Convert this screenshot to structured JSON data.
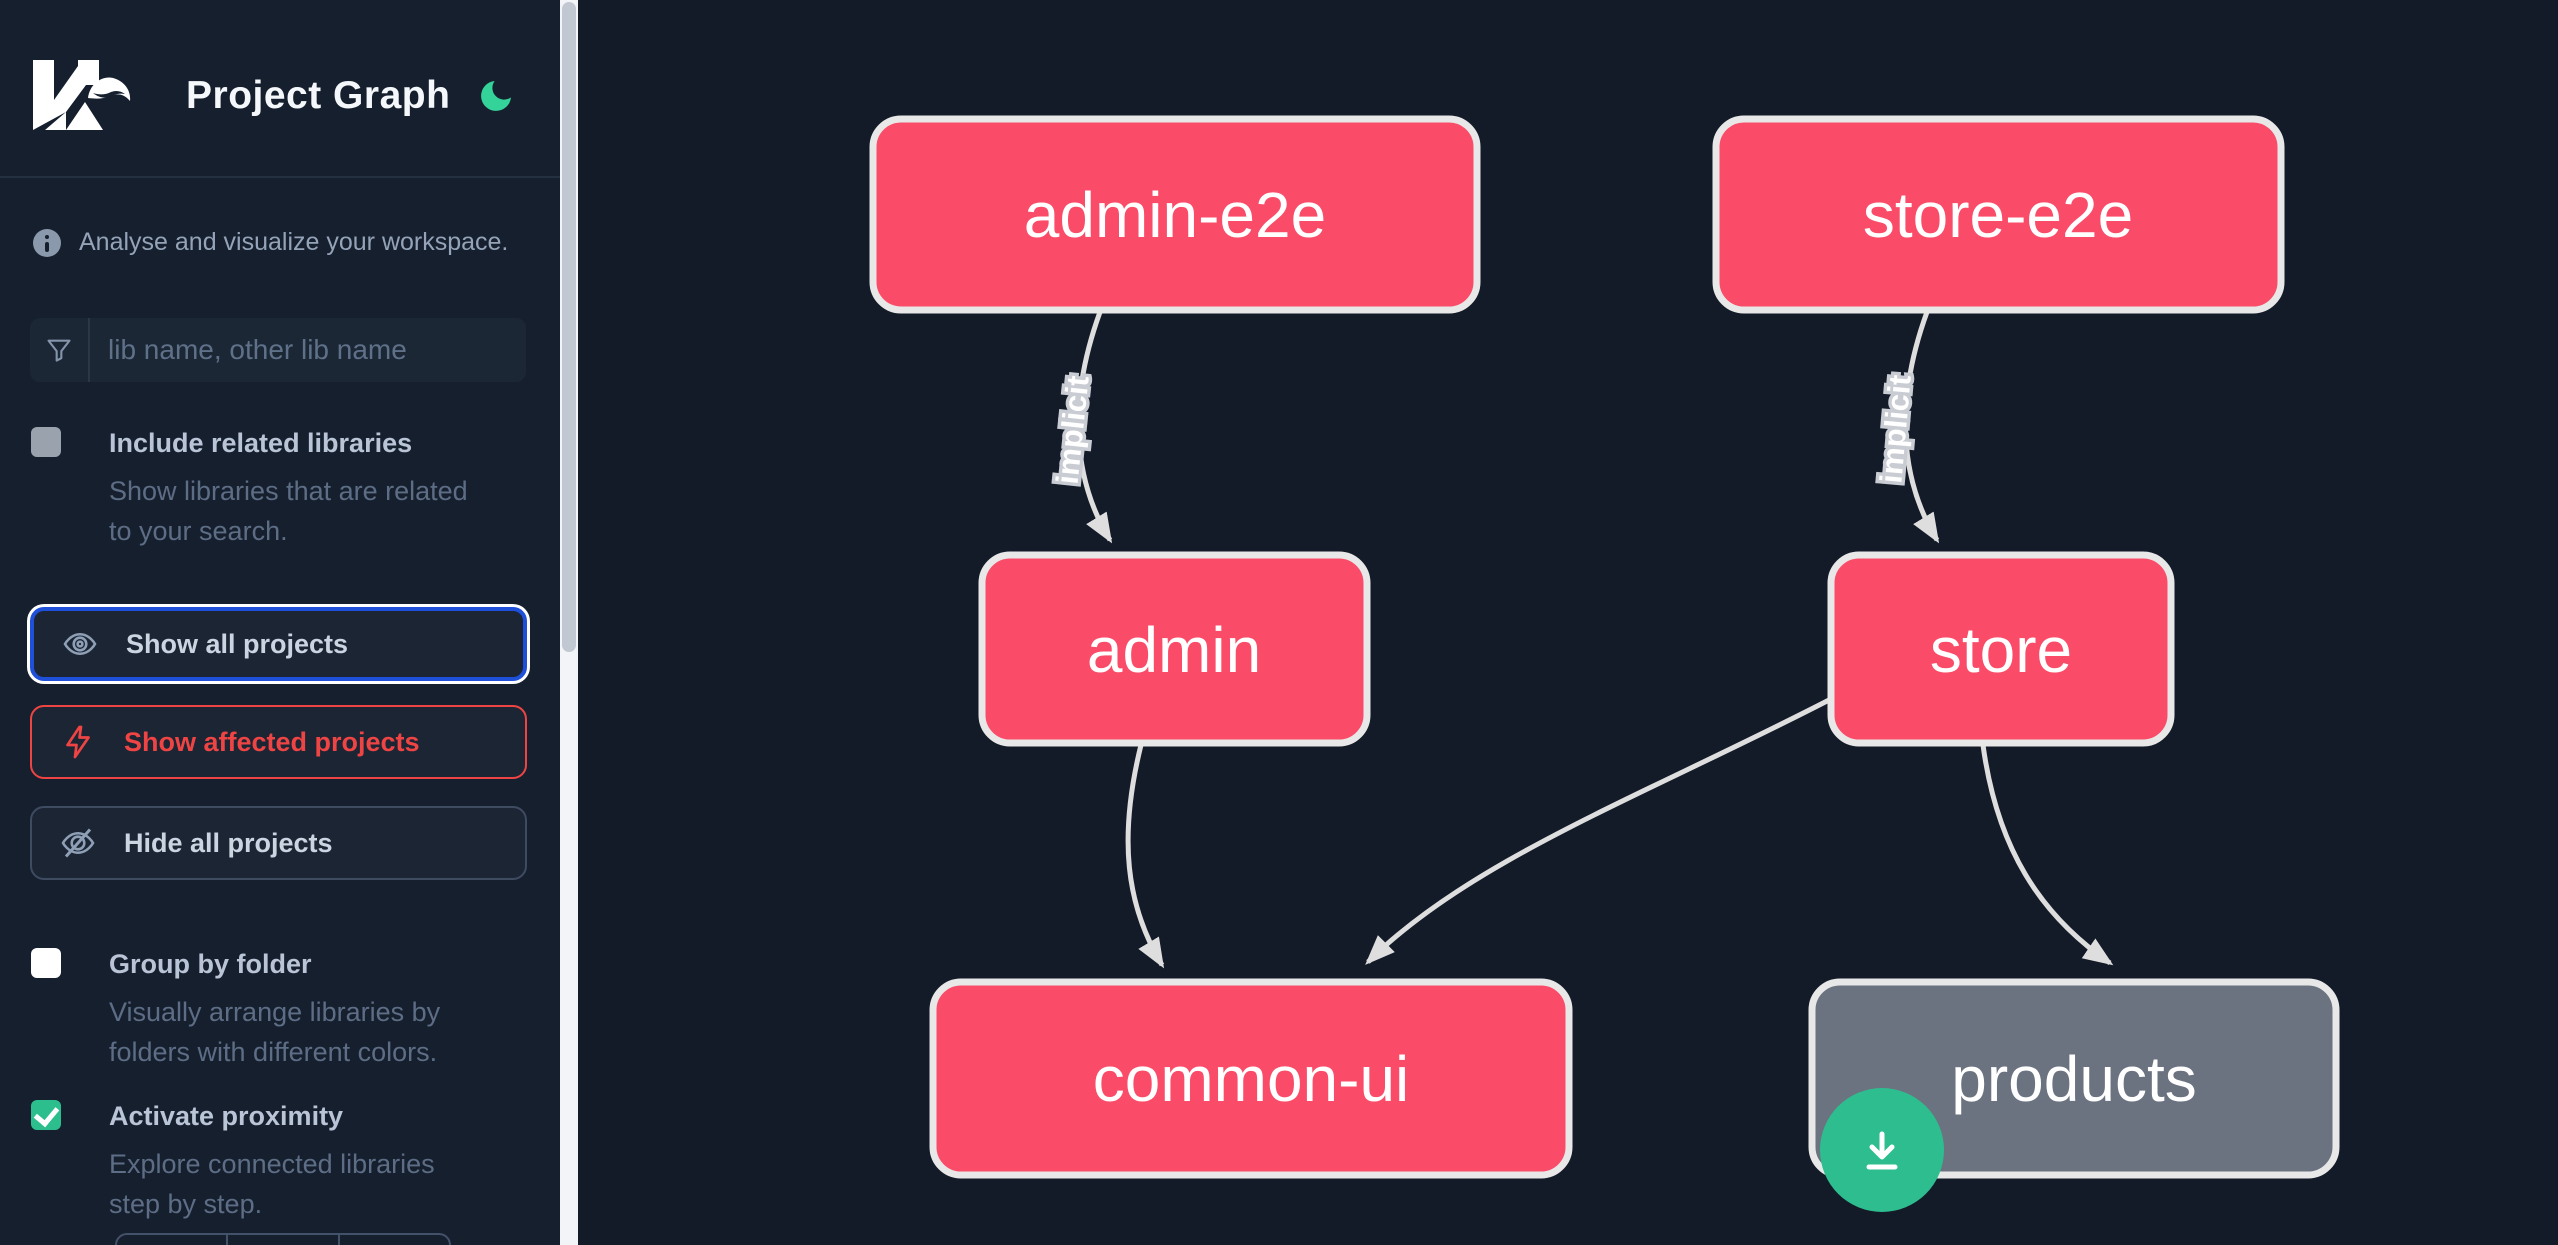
{
  "app": {
    "logo_name": "nx-logo",
    "title": "Project Graph"
  },
  "sidebar": {
    "info_text": "Analyse and visualize your workspace.",
    "search_placeholder": "lib name, other lib name",
    "include_related": {
      "label": "Include related libraries",
      "description": "Show libraries that are related to your search.",
      "checked": false
    },
    "actions": {
      "show_all": "Show all projects",
      "show_affected": "Show affected projects",
      "hide_all": "Hide all projects"
    },
    "group_by_folder": {
      "label": "Group by folder",
      "description": "Visually arrange libraries by folders with different colors.",
      "checked": false
    },
    "activate_proximity": {
      "label": "Activate proximity",
      "description": "Explore connected libraries step by step.",
      "checked": true
    }
  },
  "graph": {
    "nodes": [
      {
        "id": "admin-e2e",
        "label": "admin-e2e",
        "color": "#fa4c68"
      },
      {
        "id": "store-e2e",
        "label": "store-e2e",
        "color": "#fa4c68"
      },
      {
        "id": "admin",
        "label": "admin",
        "color": "#fa4c68"
      },
      {
        "id": "store",
        "label": "store",
        "color": "#fa4c68"
      },
      {
        "id": "common-ui",
        "label": "common-ui",
        "color": "#fa4c68"
      },
      {
        "id": "products",
        "label": "products",
        "color": "#6b7280"
      }
    ],
    "edges": [
      {
        "from": "admin-e2e",
        "to": "admin",
        "label": "implicit"
      },
      {
        "from": "store-e2e",
        "to": "store",
        "label": "implicit"
      },
      {
        "from": "admin",
        "to": "common-ui",
        "label": ""
      },
      {
        "from": "store",
        "to": "common-ui",
        "label": ""
      },
      {
        "from": "store",
        "to": "products",
        "label": ""
      }
    ]
  },
  "colors": {
    "affected_node": "#fa4c68",
    "plain_node": "#6b7280",
    "node_border": "#e8e8e8",
    "edge": "#dedede",
    "accent_blue": "#1e50d9",
    "accent_red": "#ee4444",
    "accent_green": "#2dbe8e",
    "sidebar_bg": "#161f2e",
    "graph_bg": "#131b28"
  }
}
